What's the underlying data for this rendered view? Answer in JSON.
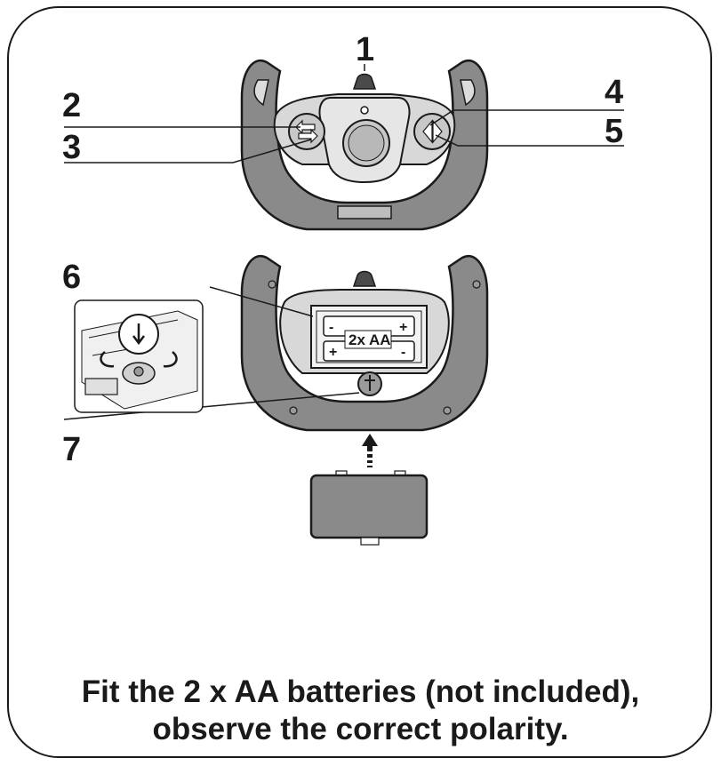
{
  "callouts": {
    "c1": "1",
    "c2": "2",
    "c3": "3",
    "c4": "4",
    "c5": "5",
    "c6": "6",
    "c7": "7"
  },
  "battery_compartment": {
    "label": "2x AA",
    "top_minus": "-",
    "top_plus": "+",
    "bottom_plus": "+",
    "bottom_minus": "-"
  },
  "caption": {
    "line1": "Fit the 2 x AA batteries (not included),",
    "line2": "observe the correct polarity."
  },
  "colors": {
    "outline": "#1a1a1a",
    "wheel_fill": "#8a8a8a",
    "face_fill": "#d8d8d8",
    "light_fill": "#eeeeee"
  },
  "icons": [
    "arrow-button-left-icon",
    "arrow-button-right-icon",
    "joystick-icon",
    "screw-icon",
    "rotate-arrow-icon",
    "up-arrow-icon"
  ]
}
